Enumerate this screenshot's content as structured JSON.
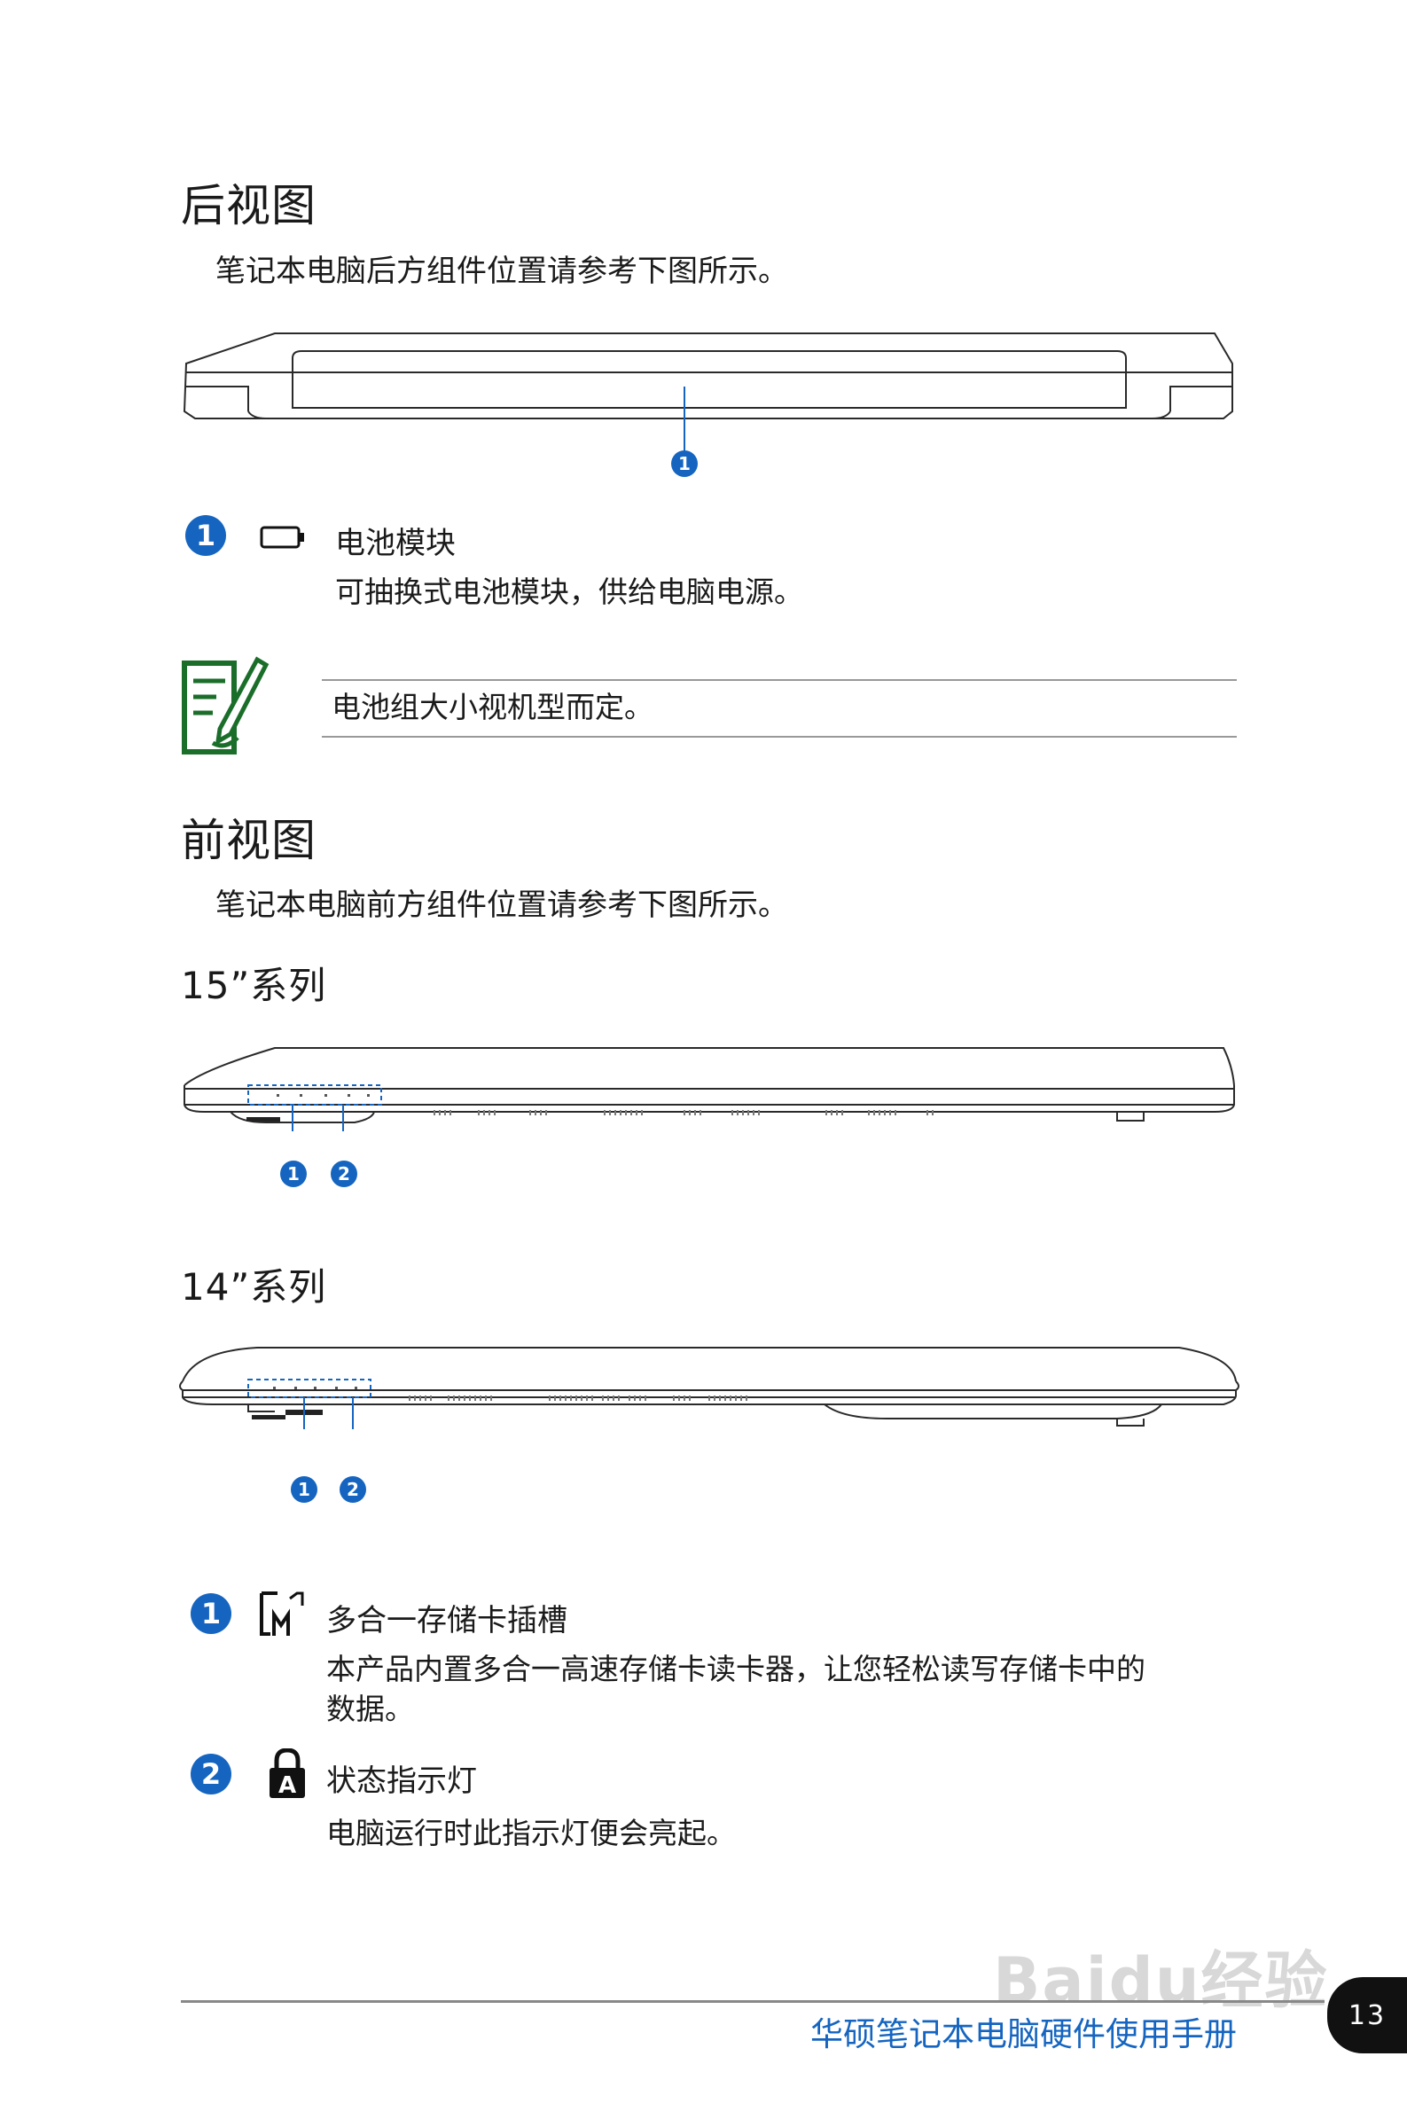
{
  "rear": {
    "heading": "后视图",
    "intro": "笔记本电脑后方组件位置请参考下图所示。",
    "callout_marker": "1",
    "items": [
      {
        "number": "1",
        "icon": "battery-icon",
        "label": "电池模块",
        "description": "可抽换式电池模块，供给电脑电源。"
      }
    ],
    "note": {
      "icon": "note-pencil-icon",
      "text": "电池组大小视机型而定。"
    }
  },
  "front": {
    "heading": "前视图",
    "intro": "笔记本电脑前方组件位置请参考下图所示。",
    "series_15": {
      "label": "15”系列",
      "markers": [
        "1",
        "2"
      ]
    },
    "series_14": {
      "label": "14”系列",
      "markers": [
        "1",
        "2"
      ]
    },
    "items": [
      {
        "number": "1",
        "icon": "memory-card-icon",
        "label": "多合一存储卡插槽",
        "description_line1": "本产品内置多合一高速存储卡读卡器，让您轻松读写存储卡中的",
        "description_line2": "数据。"
      },
      {
        "number": "2",
        "icon": "capslock-indicator-icon",
        "label": "状态指示灯",
        "description": "电脑运行时此指示灯便会亮起。"
      }
    ]
  },
  "footer": {
    "title": "华硕笔记本电脑硬件使用手册",
    "page_number": "13"
  },
  "watermark": "Baidu经验",
  "colors": {
    "accent": "#1565c0",
    "note_green": "#1b6e2a",
    "line": "#333333"
  }
}
